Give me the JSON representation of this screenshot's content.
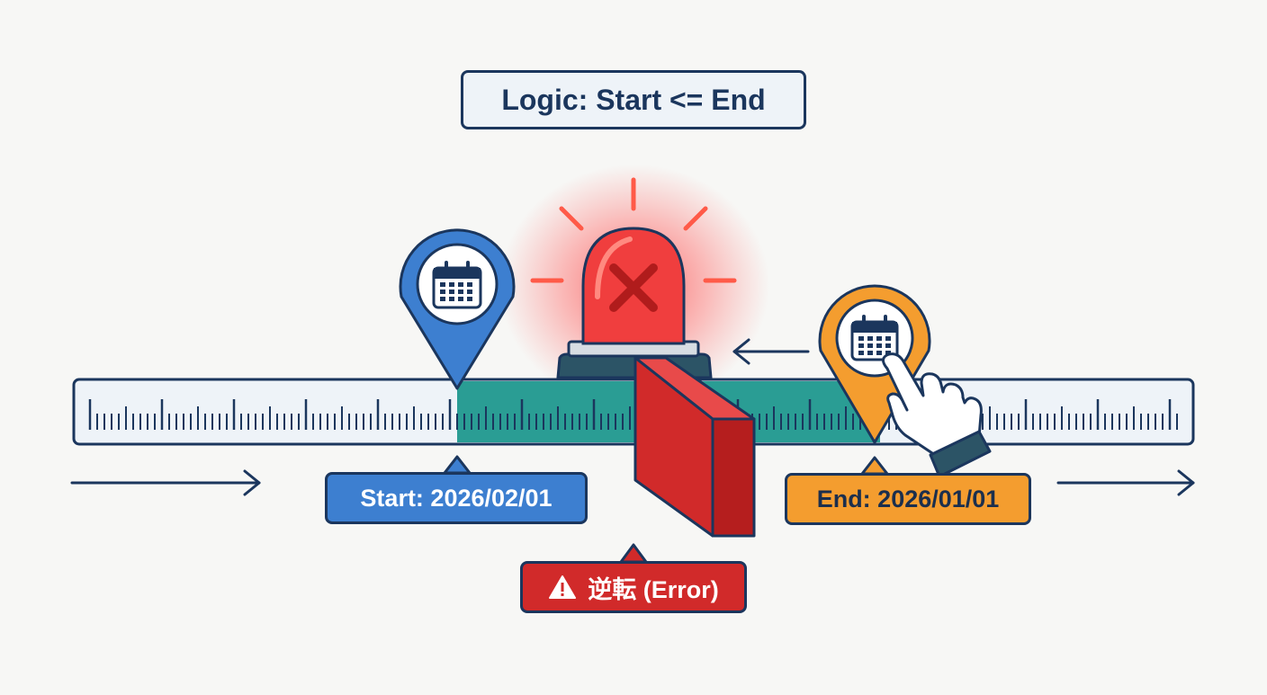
{
  "logic_label": "Logic: Start <= End",
  "start_label": "Start: 2026/02/01",
  "end_label": "End: 2026/01/01",
  "error_label": "逆転 (Error)",
  "icons": {
    "start_pin": "calendar-icon",
    "end_pin": "calendar-icon",
    "alarm": "siren-icon",
    "alarm_mark": "x-icon",
    "error": "warning-icon",
    "pointer": "hand-pointer-icon"
  },
  "colors": {
    "outline": "#1b365d",
    "start": "#3d7fd0",
    "end": "#f49d2f",
    "error": "#d12a2a",
    "range": "#2a9d94",
    "ruler": "#eef3f8"
  }
}
